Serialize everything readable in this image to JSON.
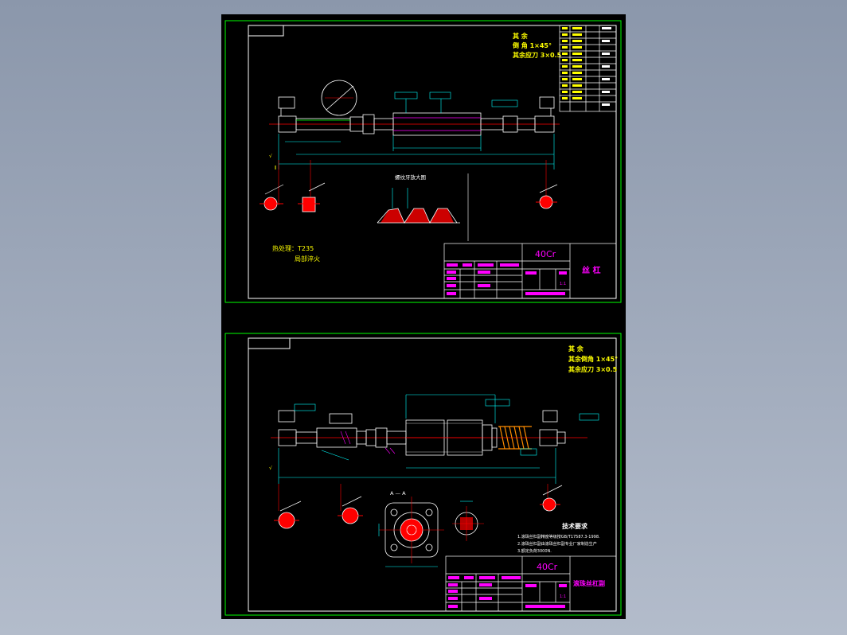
{
  "drawings": [
    {
      "name": "drawing-top",
      "notes": [
        "其 余",
        "倒 角 1×45°",
        "其余应刀 3×0.5"
      ],
      "material": "40Cr",
      "part_name": "丝 杠",
      "thread_note": "热处理：T235",
      "thread_note2": "局部淬火",
      "section_label": "螺纹牙放大图",
      "scale": "1:1"
    },
    {
      "name": "drawing-bottom",
      "notes": [
        "其 余",
        "其余倒角 1×45°",
        "其余应刀 3×0.5"
      ],
      "material": "40Cr",
      "part_name": "滚珠丝杠副",
      "section_label": "A — A",
      "tech_title": "技术要求",
      "tech_lines": [
        "1.滚珠丝杠副精度等级按GB/T17587.3-1998.",
        "2.滚珠丝杠副由滚珠丝杠副专业厂家制造生产",
        "3.额定负荷3000N."
      ],
      "scale": "1:1"
    }
  ],
  "colors": {
    "background": "#000000",
    "frame": "#00ff00",
    "geometry": "#ffffff",
    "dimension": "#00ffff",
    "centerline": "#ff0000",
    "title_text": "#ff00ff",
    "hatch": "#ff0000",
    "ground": "#ffff00"
  }
}
